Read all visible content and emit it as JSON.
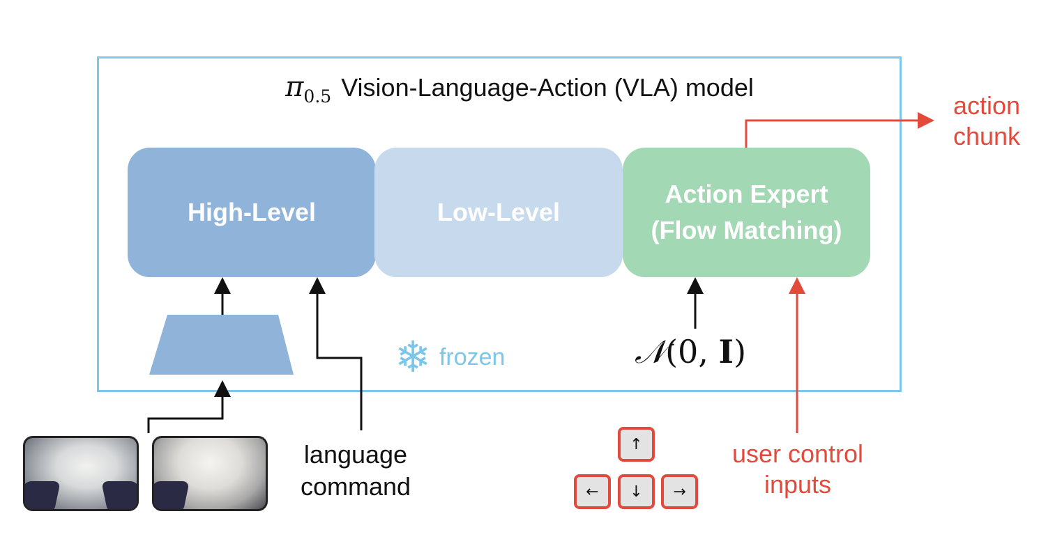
{
  "title": {
    "symbol": "π",
    "subscript": "0.5",
    "text": "Vision-Language-Action (VLA) model"
  },
  "blocks": {
    "high_level": "High-Level",
    "low_level": "Low-Level",
    "action_expert_line1": "Action Expert",
    "action_expert_line2": "(Flow Matching)"
  },
  "frozen": {
    "icon": "snowflake-icon",
    "glyph": "❄",
    "label": "frozen"
  },
  "noise": {
    "script_n": "𝒩",
    "open": "(0, ",
    "identity": "I",
    "close": ")"
  },
  "outputs": {
    "action_chunk_line1": "action",
    "action_chunk_line2": "chunk"
  },
  "inputs": {
    "language_line1": "language",
    "language_line2": "command",
    "user_control_line1": "user control",
    "user_control_line2": "inputs"
  },
  "keys": {
    "up": "↑",
    "left": "←",
    "down": "↓",
    "right": "→"
  },
  "colors": {
    "frame": "#7fc7ea",
    "high_level": "#8fb3d9",
    "low_level": "#c7d9ec",
    "action_expert": "#a3d8b5",
    "encoder": "#8fb3d9",
    "red": "#e24a3b",
    "frozen": "#7cc6ea"
  }
}
